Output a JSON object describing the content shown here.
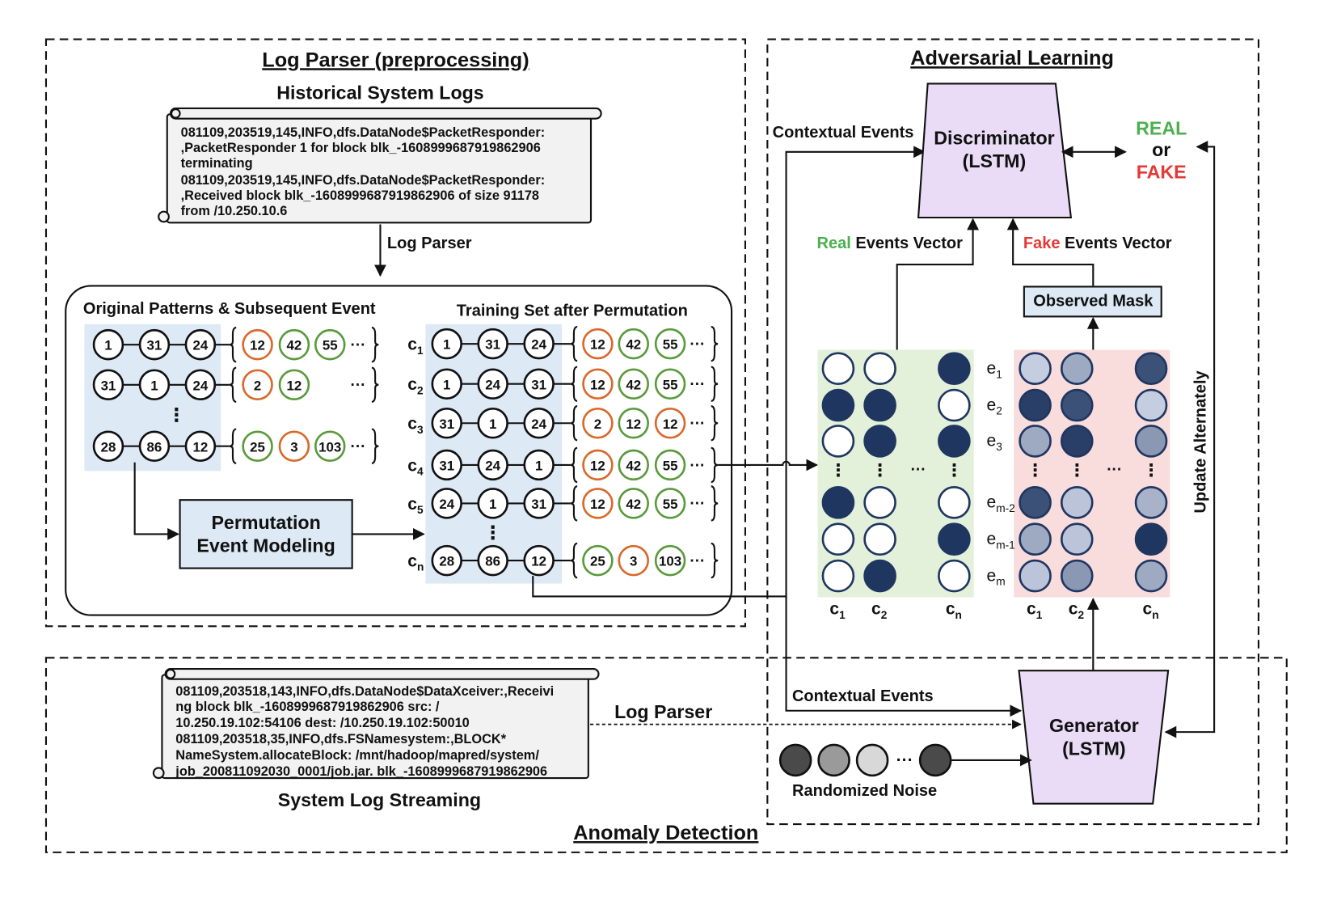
{
  "titles": {
    "log_parser": "Log Parser (preprocessing)",
    "adversarial": "Adversarial Learning",
    "anomaly": "Anomaly Detection"
  },
  "historical": {
    "heading": "Historical System Logs",
    "lines": [
      "081109,203519,145,INFO,dfs.DataNode$PacketResponder:",
      ",PacketResponder 1 for block blk_-1608999687919862906",
      "terminating",
      "081109,203519,145,INFO,dfs.DataNode$PacketResponder:",
      ",Received block blk_-1608999687919862906 of size 91178",
      "from /10.250.10.6"
    ]
  },
  "log_parser_label": "Log Parser",
  "original": {
    "heading": "Original Patterns & Subsequent Event",
    "rows": [
      {
        "pattern": [
          "1",
          "31",
          "24"
        ],
        "subsequent": [
          {
            "v": "12",
            "c": "orange"
          },
          {
            "v": "42",
            "c": "green"
          },
          {
            "v": "55",
            "c": "green"
          }
        ],
        "ellipsis": "···"
      },
      {
        "pattern": [
          "31",
          "1",
          "24"
        ],
        "subsequent": [
          {
            "v": "2",
            "c": "orange"
          },
          {
            "v": "12",
            "c": "green"
          }
        ],
        "ellipsis": "···"
      },
      {
        "pattern": [
          "28",
          "86",
          "12"
        ],
        "subsequent": [
          {
            "v": "25",
            "c": "green"
          },
          {
            "v": "3",
            "c": "orange"
          },
          {
            "v": "103",
            "c": "green"
          }
        ],
        "ellipsis": "···"
      }
    ]
  },
  "permutation_box": [
    "Permutation",
    "Event Modeling"
  ],
  "training": {
    "heading": "Training Set after Permutation",
    "rows": [
      {
        "c": "c",
        "sub": "1",
        "pattern": [
          "1",
          "31",
          "24"
        ],
        "subsequent": [
          {
            "v": "12",
            "c": "orange"
          },
          {
            "v": "42",
            "c": "green"
          },
          {
            "v": "55",
            "c": "green"
          }
        ],
        "ellipsis": "···"
      },
      {
        "c": "c",
        "sub": "2",
        "pattern": [
          "1",
          "24",
          "31"
        ],
        "subsequent": [
          {
            "v": "12",
            "c": "orange"
          },
          {
            "v": "42",
            "c": "green"
          },
          {
            "v": "55",
            "c": "green"
          }
        ],
        "ellipsis": "···"
      },
      {
        "c": "c",
        "sub": "3",
        "pattern": [
          "31",
          "1",
          "24"
        ],
        "subsequent": [
          {
            "v": "2",
            "c": "orange"
          },
          {
            "v": "12",
            "c": "green"
          },
          {
            "v": "12",
            "c": "orange"
          }
        ],
        "ellipsis": "···"
      },
      {
        "c": "c",
        "sub": "4",
        "pattern": [
          "31",
          "24",
          "1"
        ],
        "subsequent": [
          {
            "v": "12",
            "c": "orange"
          },
          {
            "v": "42",
            "c": "green"
          },
          {
            "v": "55",
            "c": "green"
          }
        ],
        "ellipsis": "···"
      },
      {
        "c": "c",
        "sub": "5",
        "pattern": [
          "24",
          "1",
          "31"
        ],
        "subsequent": [
          {
            "v": "12",
            "c": "orange"
          },
          {
            "v": "42",
            "c": "green"
          },
          {
            "v": "55",
            "c": "green"
          }
        ],
        "ellipsis": "···"
      },
      {
        "c": "c",
        "sub": "n",
        "pattern": [
          "28",
          "86",
          "12"
        ],
        "subsequent": [
          {
            "v": "25",
            "c": "green"
          },
          {
            "v": "3",
            "c": "orange"
          },
          {
            "v": "103",
            "c": "green"
          }
        ],
        "ellipsis": "···"
      }
    ]
  },
  "discriminator": [
    "Discriminator",
    "(LSTM)"
  ],
  "generator": [
    "Generator",
    "(LSTM)"
  ],
  "contextual_events": "Contextual Events",
  "real_or_fake": {
    "real": "REAL",
    "or": "or",
    "fake": "FAKE"
  },
  "real_vector": {
    "prefix": "Real",
    "rest": " Events Vector"
  },
  "fake_vector": {
    "prefix": "Fake",
    "rest": " Events Vector"
  },
  "observed_mask": "Observed Mask",
  "update_alternately": "Update Alternately",
  "event_labels": [
    {
      "e": "e",
      "sub": "1"
    },
    {
      "e": "e",
      "sub": "2"
    },
    {
      "e": "e",
      "sub": "3"
    },
    {
      "e": "e",
      "sub": "m-2"
    },
    {
      "e": "e",
      "sub": "m-1"
    },
    {
      "e": "e",
      "sub": "m"
    }
  ],
  "column_labels": [
    {
      "c": "c",
      "sub": "1"
    },
    {
      "c": "c",
      "sub": "2"
    },
    {
      "c": "c",
      "sub": "n"
    }
  ],
  "real_matrix": [
    [
      0,
      0,
      1
    ],
    [
      1,
      1,
      0
    ],
    [
      0,
      1,
      1
    ],
    [
      1,
      0,
      0
    ],
    [
      0,
      0,
      1
    ],
    [
      0,
      1,
      0
    ]
  ],
  "fake_matrix": [
    [
      0.15,
      0.35,
      0.85
    ],
    [
      0.95,
      0.85,
      0.15
    ],
    [
      0.35,
      0.95,
      0.45
    ],
    [
      0.85,
      0.2,
      0.3
    ],
    [
      0.35,
      0.2,
      1.0
    ],
    [
      0.2,
      0.45,
      0.35
    ]
  ],
  "streaming": {
    "heading": "System Log Streaming",
    "lines": [
      "081109,203518,143,INFO,dfs.DataNode$DataXceiver:,Receivi",
      "ng block blk_-1608999687919862906 src: /",
      "10.250.19.102:54106 dest: /10.250.19.102:50010",
      "081109,203518,35,INFO,dfs.FSNamesystem:,BLOCK*",
      "NameSystem.allocateBlock: /mnt/hadoop/mapred/system/",
      "job_200811092030_0001/job.jar. blk_-1608999687919862906"
    ]
  },
  "randomized_noise": "Randomized Noise",
  "noise_ellipsis": "···",
  "colors": {
    "orange": "#d9692b",
    "green": "#5a9a3c",
    "real_green": "#4caf50",
    "fake_red": "#e53935",
    "blue_panel": "#dde9f5",
    "green_panel": "#e3f0da",
    "red_panel": "#f9dcdc",
    "lavender": "#eadcf6",
    "mask_box": "#dde9f5",
    "dark_navy": "#1f3660"
  }
}
